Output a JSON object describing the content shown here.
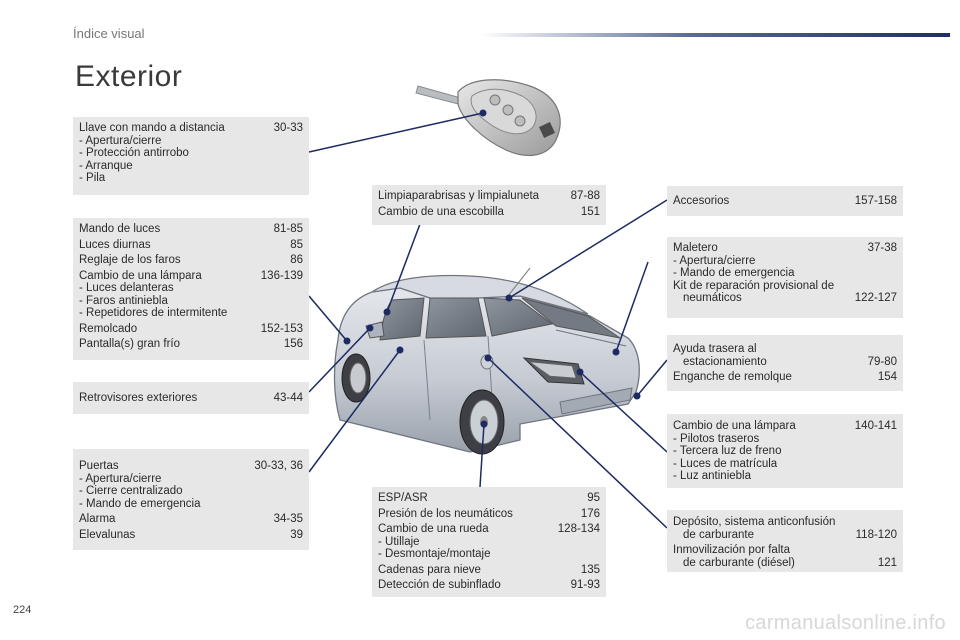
{
  "header": {
    "section": "Índice visual"
  },
  "page_title": "Exterior",
  "page_number": "224",
  "watermark": "carmanualsonline.info",
  "colors": {
    "accent": "#1f2f66",
    "box_bg": "#e7e7e7",
    "leader": "#1d2a63"
  },
  "boxes": {
    "key": {
      "rows": [
        {
          "text": "Llave con mando a distancia",
          "pages": "30-33"
        }
      ],
      "subs": [
        "Apertura/cierre",
        "Protección antirrobo",
        "Arranque",
        "Pila"
      ]
    },
    "lights": {
      "rows": [
        {
          "text": "Mando de luces",
          "pages": "81-85"
        },
        {
          "text": "Luces diurnas",
          "pages": "85"
        },
        {
          "text": "Reglaje de los faros",
          "pages": "86"
        },
        {
          "text": "Cambio de una lámpara",
          "pages": "136-139"
        }
      ],
      "subs": [
        "Luces delanteras",
        "Faros antiniebla",
        "Repetidores de intermitente"
      ],
      "rows2": [
        {
          "text": "Remolcado",
          "pages": "152-153"
        },
        {
          "text": "Pantalla(s) gran frío",
          "pages": "156"
        }
      ]
    },
    "mirrors": {
      "rows": [
        {
          "text": "Retrovisores exteriores",
          "pages": "43-44"
        }
      ]
    },
    "doors": {
      "rows": [
        {
          "text": "Puertas",
          "pages": "30-33, 36"
        }
      ],
      "subs": [
        "Apertura/cierre",
        "Cierre centralizado",
        "Mando de emergencia"
      ],
      "rows2": [
        {
          "text": "Alarma",
          "pages": "34-35"
        },
        {
          "text": "Elevalunas",
          "pages": "39"
        }
      ]
    },
    "wipers": {
      "rows": [
        {
          "text": "Limpiaparabrisas y limpialuneta",
          "pages": "87-88"
        },
        {
          "text": "Cambio de una escobilla",
          "pages": "151"
        }
      ]
    },
    "wheels": {
      "rows": [
        {
          "text": "ESP/ASR",
          "pages": "95"
        },
        {
          "text": "Presión de los neumáticos",
          "pages": "176"
        },
        {
          "text": "Cambio de una rueda",
          "pages": "128-134"
        }
      ],
      "subs": [
        "Utillaje",
        "Desmontaje/montaje"
      ],
      "rows2": [
        {
          "text": "Cadenas para nieve",
          "pages": "135"
        },
        {
          "text": "Detección de subinflado",
          "pages": "91-93"
        }
      ]
    },
    "accessories": {
      "rows": [
        {
          "text": "Accesorios",
          "pages": "157-158"
        }
      ]
    },
    "trunk": {
      "rows": [
        {
          "text": "Maletero",
          "pages": "37-38"
        }
      ],
      "subs": [
        "Apertura/cierre",
        "Mando de emergencia"
      ],
      "kit_line1": "Kit de reparación provisional de",
      "kit_line2": "neumáticos",
      "kit_pages": "122-127"
    },
    "parking": {
      "line1": "Ayuda trasera al",
      "line2": "estacionamiento",
      "pages1": "79-80",
      "rows": [
        {
          "text": "Enganche de remolque",
          "pages": "154"
        }
      ]
    },
    "rear_lamps": {
      "rows": [
        {
          "text": "Cambio de una lámpara",
          "pages": "140-141"
        }
      ],
      "subs": [
        "Pilotos traseros",
        "Tercera luz de freno",
        "Luces de matrícula",
        "Luz antiniebla"
      ]
    },
    "fuel": {
      "line1": "Depósito, sistema anticonfusión",
      "line2": "de carburante",
      "pages1": "118-120",
      "line3": "Inmovilización por falta",
      "line4": "de carburante (diésel)",
      "pages2": "121"
    }
  }
}
